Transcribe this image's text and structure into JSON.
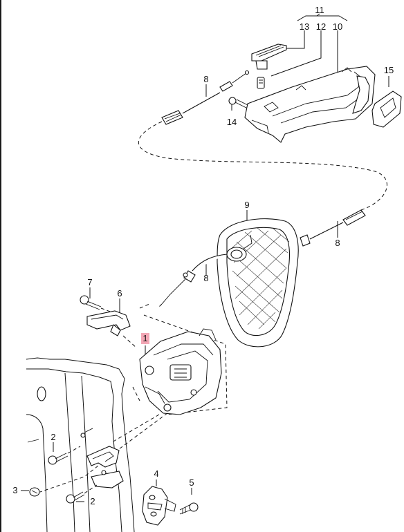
{
  "callouts": [
    {
      "id": "11",
      "label": "11"
    },
    {
      "id": "13",
      "label": "13"
    },
    {
      "id": "12",
      "label": "12"
    },
    {
      "id": "10",
      "label": "10"
    },
    {
      "id": "15",
      "label": "15"
    },
    {
      "id": "8a",
      "label": "8"
    },
    {
      "id": "14",
      "label": "14"
    },
    {
      "id": "9",
      "label": "9"
    },
    {
      "id": "8b",
      "label": "8"
    },
    {
      "id": "8c",
      "label": "8"
    },
    {
      "id": "7",
      "label": "7"
    },
    {
      "id": "6",
      "label": "6"
    },
    {
      "id": "1",
      "label": "1",
      "highlighted": true
    },
    {
      "id": "2a",
      "label": "2"
    },
    {
      "id": "2b",
      "label": "2"
    },
    {
      "id": "3",
      "label": "3"
    },
    {
      "id": "4",
      "label": "4"
    },
    {
      "id": "5",
      "label": "5"
    }
  ],
  "colors": {
    "line": "#111111",
    "highlight": "#f3a7b5",
    "background": "#ffffff"
  }
}
